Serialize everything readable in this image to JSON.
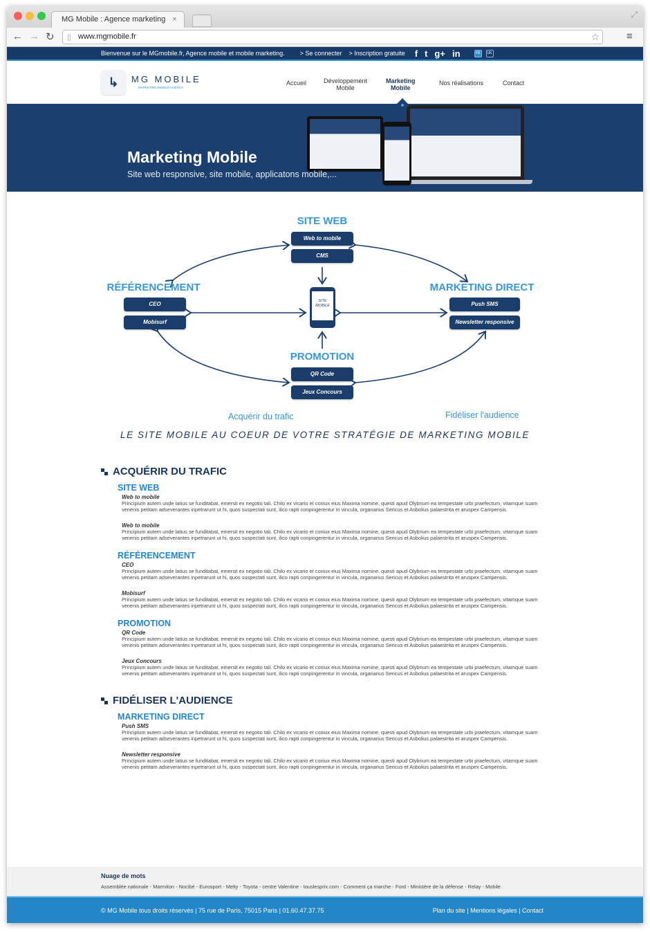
{
  "browser": {
    "tab_title": "MG Mobile : Agence marketing",
    "url": "www.mgmobile.fr"
  },
  "topbar": {
    "welcome": "Bienvenue sur le MGmobile.fr, Agence mobile et mobile marketing.",
    "login": "> Se connecter",
    "signup": "> Inscription gratuite",
    "social": [
      "f",
      "t",
      "g+",
      "in"
    ],
    "langs": [
      "FR",
      "UK"
    ]
  },
  "logo": {
    "name": "MG MOBILE",
    "tagline": "MARKETING MOBILE AGENCY"
  },
  "nav": [
    {
      "l1": "Accueil",
      "l2": ""
    },
    {
      "l1": "Développement",
      "l2": "Mobile"
    },
    {
      "l1": "Marketing",
      "l2": "Mobile"
    },
    {
      "l1": "Nos réalisations",
      "l2": ""
    },
    {
      "l1": "Contact",
      "l2": ""
    }
  ],
  "banner": {
    "title": "Marketing Mobile",
    "subtitle": "Site web responsive, site mobile, applicatons mobile,..."
  },
  "diagram": {
    "site_web": "SITE WEB",
    "web_to_mobile": "Web to mobile",
    "cms": "CMS",
    "referencement": "RÉFÉRENCEMENT",
    "ceo": "CEO",
    "mobisurf": "Mobisurf",
    "marketing_direct": "MARKETING DIRECT",
    "push_sms": "Push SMS",
    "newsletter": "Newsletter responsive",
    "promotion": "PROMOTION",
    "qr": "QR Code",
    "jeux": "Jeux Concours",
    "phone": "SITE MOBILE",
    "acquerir": "Acquérir du trafic",
    "fideliser": "Fidéliser l'audience",
    "tagline": "LE SITE MOBILE AU COEUR DE VOTRE STRATÉGIE DE MARKETING MOBILE"
  },
  "sections": [
    {
      "title": "ACQUÉRIR DU TRAFIC",
      "subs": [
        {
          "title": "SITE WEB",
          "items": [
            {
              "t": "Web to mobile",
              "b": "Principium autem unde latius se funditabat, emersit ex negotio tali. Chilo ex vicario et coniux eius Maxima nomine, questi apud Olybrium ea tempestate urbi praefectum, vitamque suam venenis petitam adseverantes inpetrarunt ut hi, quos suspectati sunt, ilico rapti conpingerentur in vincula, organarius Sericus et Asbolius palaestrita et aruspex Campensis."
            },
            {
              "t": "Web to mobile",
              "b": "Principium autem unde latius se funditabat, emersit ex negotio tali. Chilo ex vicario et coniux eius Maxima nomine, questi apud Olybrium ea tempestate urbi praefectum, vitamque suam venenis petitam adseverantes inpetrarunt ut hi, quos suspectati sunt, ilico rapti conpingerentur in vincula, organarius Sericus et Asbolius palaestrita et aruspex Campensis."
            }
          ]
        },
        {
          "title": "RÉFÉRENCEMENT",
          "items": [
            {
              "t": "CEO",
              "b": "Principium autem unde latius se funditabat, emersit ex negotio tali. Chilo ex vicario et coniux eius Maxima nomine, questi apud Olybrium ea tempestate urbi praefectum, vitamque suam venenis petitam adseverantes inpetrarunt ut hi, quos suspectati sunt, ilico rapti conpingerentur in vincula, organarius Sericus et Asbolius palaestrita et aruspex Campensis."
            },
            {
              "t": "Mobisurf",
              "b": "Principium autem unde latius se funditabat, emersit ex negotio tali. Chilo ex vicario et coniux eius Maxima nomine, questi apud Olybrium ea tempestate urbi praefectum, vitamque suam venenis petitam adseverantes inpetrarunt ut hi, quos suspectati sunt, ilico rapti conpingerentur in vincula, organarius Sericus et Asbolius palaestrita et aruspex Campensis."
            }
          ]
        },
        {
          "title": "PROMOTION",
          "items": [
            {
              "t": "QR Code",
              "b": "Principium autem unde latius se funditabat, emersit ex negotio tali. Chilo ex vicario et coniux eius Maxima nomine, questi apud Olybrium ea tempestate urbi praefectum, vitamque suam venenis petitam adseverantes inpetrarunt ut hi, quos suspectati sunt, ilico rapti conpingerentur in vincula, organarius Sericus et Asbolius palaestrita et aruspex Campensis."
            },
            {
              "t": "Jeux Concours",
              "b": "Principium autem unde latius se funditabat, emersit ex negotio tali. Chilo ex vicario et coniux eius Maxima nomine, questi apud Olybrium ea tempestate urbi praefectum, vitamque suam venenis petitam adseverantes inpetrarunt ut hi, quos suspectati sunt, ilico rapti conpingerentur in vincula, organarius Sericus et Asbolius palaestrita et aruspex Campensis."
            }
          ]
        }
      ]
    },
    {
      "title": "FIDÉLISER L'AUDIENCE",
      "subs": [
        {
          "title": "MARKETING DIRECT",
          "items": [
            {
              "t": "Push SMS",
              "b": "Principium autem unde latius se funditabat, emersit ex negotio tali. Chilo ex vicario et coniux eius Maxima nomine, questi apud Olybrium ea tempestate urbi praefectum, vitamque suam venenis petitam adseverantes inpetrarunt ut hi, quos suspectati sunt, ilico rapti conpingerentur in vincula, organarius Sericus et Asbolius palaestrita et aruspex Campensis."
            },
            {
              "t": "Newsletter responsive",
              "b": "Principium autem unde latius se funditabat, emersit ex negotio tali. Chilo ex vicario et coniux eius Maxima nomine, questi apud Olybrium ea tempestate urbi praefectum, vitamque suam venenis petitam adseverantes inpetrarunt ut hi, quos suspectati sunt, ilico rapti conpingerentur in vincula, organarius Sericus et Asbolius palaestrita et aruspex Campensis."
            }
          ]
        }
      ]
    }
  ],
  "cloud": {
    "title": "Nuage de mots",
    "words": [
      "Assemblée nationale",
      "Marmiton",
      "Nocibé",
      "Eurosport",
      "Melty",
      "Toyota",
      "centre Valentine",
      "touslesprix.com",
      "Comment ça marche",
      "Ford",
      "Ministère de la défense",
      "Relay",
      "Mobile"
    ]
  },
  "footer": {
    "copyright": "© MG Mobile tous droits réservés | 75 rue de Paris, 75015 Paris | 01.60.47.37.75",
    "links": [
      "Plan du site",
      "Mentions légales",
      "Contact"
    ]
  },
  "colors": {
    "navy": "#1a3d6b",
    "accent": "#2386c8",
    "label": "#3a97d4"
  }
}
